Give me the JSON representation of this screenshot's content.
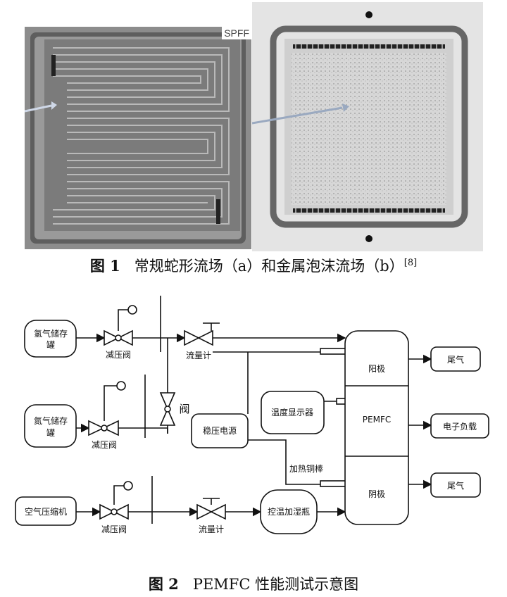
{
  "figure1": {
    "photo_label": "SPFF",
    "caption": {
      "figure_no": "图 1",
      "text": "常规蛇形流场（a）和金属泡沫流场（b）",
      "ref": "[8]"
    }
  },
  "figure2": {
    "caption": {
      "figure_no": "图 2",
      "text": "PEMFC 性能测试示意图"
    },
    "nodes": {
      "hydrogen_tank": [
        "氢气储存",
        "罐"
      ],
      "nitrogen_tank": [
        "氮气储存",
        "罐"
      ],
      "air_compressor": "空气压缩机",
      "reducer_1": "减压阀",
      "reducer_2": "减压阀",
      "reducer_3": "减压阀",
      "flowmeter_1": "流量计",
      "flowmeter_2": "流量计",
      "valve": "阀",
      "power_supply": "稳压电源",
      "temp_display": "温度显示器",
      "humidifier": "控温加湿瓶",
      "anode": "阳极",
      "pemfc": "PEMFC",
      "cathode": "阴极",
      "heater_rod": "加热铜棒",
      "exhaust_1": "尾气",
      "exhaust_2": "尾气",
      "load": "电子负载"
    }
  }
}
